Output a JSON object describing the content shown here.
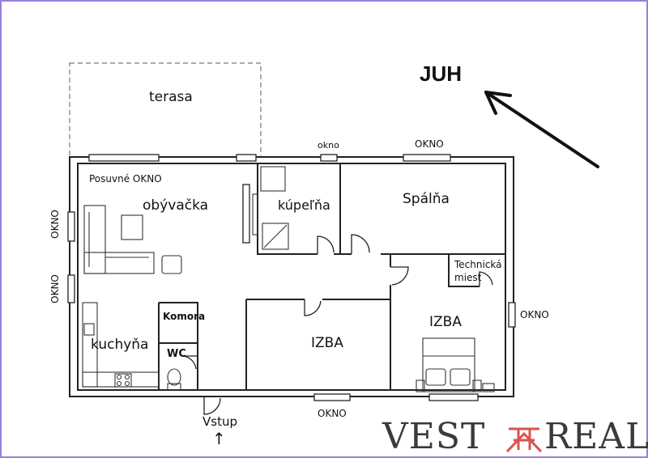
{
  "plan": {
    "compass_label": "JUH",
    "rooms": {
      "terasa": "terasa",
      "obyvacka": "obývačka",
      "kupelna": "kúpeľňa",
      "spalna": "Spálňa",
      "kuchyna": "kuchyňa",
      "komora": "Komora",
      "wc": "WC",
      "izba_center": "IZBA",
      "izba_right": "IZBA",
      "technicka_line1": "Technická",
      "technicka_line2": "miest"
    },
    "windows": {
      "posuvne": "Posuvné OKNO",
      "bath": "okno",
      "spalna": "OKNO",
      "left_upper": "OKNO",
      "left_lower": "OKNO",
      "right": "OKNO",
      "bottom": "OKNO"
    },
    "entrance": "Vstup"
  },
  "logo": {
    "text_left": "VEST",
    "text_right": "REAL",
    "accent_color": "#d9534f",
    "text_color": "#3a3a3a"
  },
  "colors": {
    "frame_border": "#9b7fe0",
    "wall": "#222222"
  }
}
